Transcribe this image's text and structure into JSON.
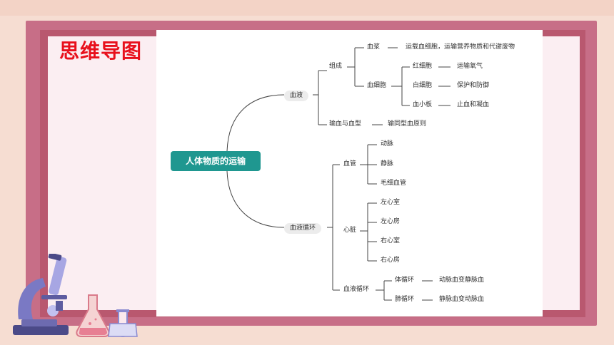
{
  "slide": {
    "title": "思维导图"
  },
  "mindmap": {
    "root": "人体物质的运输",
    "blood": {
      "label": "血液",
      "composition": {
        "label": "组成",
        "plasma": {
          "label": "血浆",
          "detail": "运载血细胞，运输营养物质和代谢废物"
        },
        "cells": {
          "label": "血细胞",
          "red": {
            "label": "红细胞",
            "detail": "运输氧气"
          },
          "white": {
            "label": "白细胞",
            "detail": "保护和防御"
          },
          "platelet": {
            "label": "血小板",
            "detail": "止血和凝血"
          }
        }
      },
      "transfusion": {
        "label": "输血与血型",
        "detail": "输同型血原则"
      }
    },
    "circulation": {
      "label": "血液循环",
      "vessels": {
        "label": "血管",
        "items": [
          "动脉",
          "静脉",
          "毛细血管"
        ]
      },
      "heart": {
        "label": "心脏",
        "items": [
          "左心室",
          "左心房",
          "右心室",
          "右心房"
        ]
      },
      "loops": {
        "label": "血液循环",
        "systemic": {
          "label": "体循环",
          "detail": "动脉血变静脉血"
        },
        "pulmonary": {
          "label": "肺循环",
          "detail": "静脉血变动脉血"
        }
      }
    }
  },
  "colors": {
    "accent": "#1f9790",
    "title": "#e8101c",
    "frame": "#c76e87"
  }
}
